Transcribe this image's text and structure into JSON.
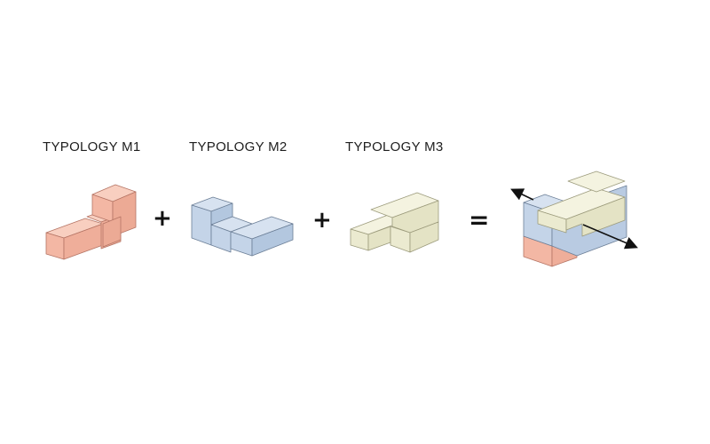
{
  "labels": {
    "m1": "TYPOLOGY M1",
    "m2": "TYPOLOGY M2",
    "m3": "TYPOLOGY M3"
  },
  "operators": {
    "plus": "+",
    "equals": "="
  },
  "colors": {
    "m1_face_light": "#f6c5b5",
    "m1_face_dark": "#eea894",
    "m1_stroke": "#b57565",
    "m2_face_light": "#cfdced",
    "m2_face_dark": "#b6c9e0",
    "m2_stroke": "#6c7f97",
    "m3_face_light": "#f1f0da",
    "m3_face_dark": "#e2e1c0",
    "m3_stroke": "#9c9b7c",
    "arrow": "#111111"
  },
  "icons": {
    "arrow_left": "double-arrow-diagonal-icon",
    "arrow_right": "double-arrow-diagonal-icon"
  }
}
